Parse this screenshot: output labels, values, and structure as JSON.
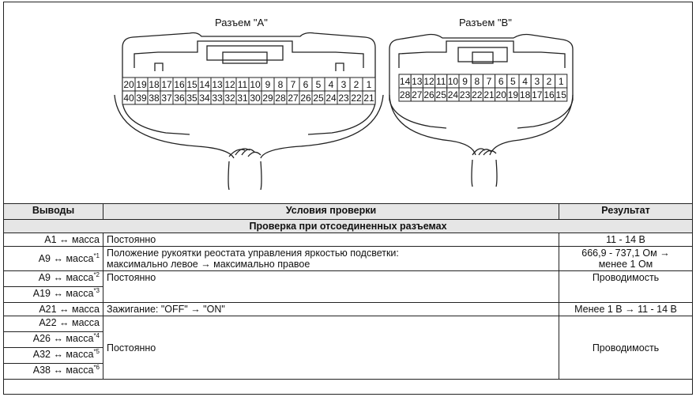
{
  "connector_a": {
    "label": "Разъем \"A\"",
    "top_row": [
      "20",
      "19",
      "18",
      "17",
      "16",
      "15",
      "14",
      "13",
      "12",
      "11",
      "10",
      "9",
      "8",
      "7",
      "6",
      "5",
      "4",
      "3",
      "2",
      "1"
    ],
    "bottom_row": [
      "40",
      "39",
      "38",
      "37",
      "36",
      "35",
      "34",
      "33",
      "32",
      "31",
      "30",
      "29",
      "28",
      "27",
      "26",
      "25",
      "24",
      "23",
      "22",
      "21"
    ]
  },
  "connector_b": {
    "label": "Разъем \"B\"",
    "top_row": [
      "14",
      "13",
      "12",
      "11",
      "10",
      "9",
      "8",
      "7",
      "6",
      "5",
      "4",
      "3",
      "2",
      "1"
    ],
    "bottom_row": [
      "28",
      "27",
      "26",
      "25",
      "24",
      "23",
      "22",
      "21",
      "20",
      "19",
      "18",
      "17",
      "16",
      "15"
    ]
  },
  "table": {
    "headers": [
      "Выводы",
      "Условия проверки",
      "Результат"
    ],
    "section": "Проверка при отсоединенных разъемах",
    "rows": {
      "r1": {
        "pin": "A1 ↔ масса",
        "cond": "Постоянно",
        "res": "11 - 14 В"
      },
      "r2": {
        "pin": "A9 ↔ масса",
        "sup": "*1",
        "cond1": "Положение рукоятки реостата управления яркостью подсветки:",
        "cond2": "максимально левое → максимально правое",
        "res1": "666,9 - 737,1 Ом →",
        "res2": "менее 1 Ом"
      },
      "r3": {
        "pin": "A9 ↔ масса",
        "sup": "*2",
        "cond": "Постоянно",
        "res": "Проводимость"
      },
      "r4": {
        "pin": "A19 ↔ масса",
        "sup": "*3"
      },
      "r5": {
        "pin": "A21 ↔ масса",
        "cond": "Зажигание: \"OFF\" → \"ON\"",
        "res": "Менее 1 В → 11 - 14 В"
      },
      "r6": {
        "pin": "A22 ↔ масса",
        "cond": "Постоянно",
        "res": "Проводимость"
      },
      "r7": {
        "pin": "A26 ↔ масса",
        "sup": "*4"
      },
      "r8": {
        "pin": "A32 ↔ масса",
        "sup": "*5"
      },
      "r9": {
        "pin": "A38 ↔ масса",
        "sup": "*6"
      }
    }
  }
}
